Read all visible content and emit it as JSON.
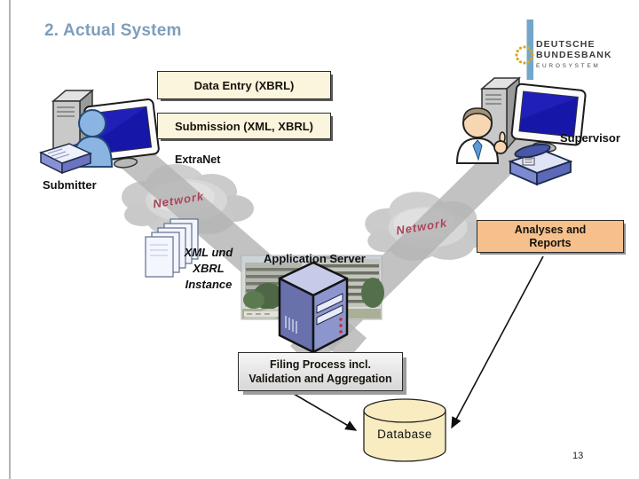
{
  "slide": {
    "title": "2. Actual System",
    "page_number": "13"
  },
  "logo": {
    "name_line1": "DEUTSCHE",
    "name_line2": "BUNDESBANK",
    "subtitle": "EUROSYSTEM"
  },
  "actors": {
    "submitter": "Submitter",
    "supervisor": "Supervisor"
  },
  "flow": {
    "data_entry": "Data Entry (XBRL)",
    "submission": "Submission (XML, XBRL)",
    "extranet": "ExtraNet",
    "network_left": "Network",
    "network_right": "Network",
    "analyses_line1": "Analyses and",
    "analyses_line2": "Reports",
    "instance_line1": "XML und",
    "instance_line2": "XBRL",
    "instance_line3": "Instance",
    "app_server": "Application Server",
    "filing_line1": "Filing Process incl.",
    "filing_line2": "Validation and Aggregation",
    "database": "Database"
  },
  "icons": {
    "submitter_workstation": "desktop-computer-with-user",
    "supervisor_workstation": "desktop-computer-with-user-thumbs-up",
    "network_cloud_left": "cloud",
    "network_cloud_right": "cloud",
    "documents": "paper-stack",
    "application_server": "server-tower",
    "database": "cylinder",
    "logo_mark": "eu-stars-and-blue-bar"
  },
  "colors": {
    "title": "#7e9ebc",
    "box_cream": "#fcf5dd",
    "box_orange": "#f5c08c",
    "box_gray": "#e6e6e6",
    "network_text": "#a84458",
    "logo_bar": "#74a6c9",
    "database_fill": "#f8ecc0",
    "beam_gray": "#b3b3b3"
  }
}
